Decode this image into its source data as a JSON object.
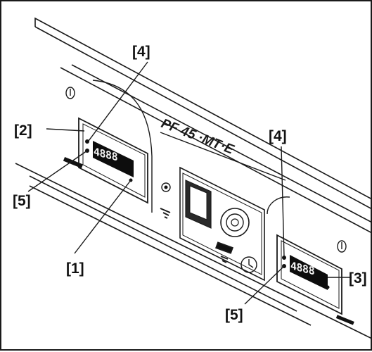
{
  "figure": {
    "model_label": "PF 45 ·MT·E",
    "display_left_reading": "4888",
    "display_right_reading": "4888",
    "callouts": {
      "c1": "[1]",
      "c2": "[2]",
      "c3": "[3]",
      "c4_left": "[4]",
      "c4_right": "[4]",
      "c5_left": "[5]",
      "c5_right": "[5]"
    }
  },
  "colors": {
    "line": "#1a1a1a",
    "panel_fill": "#ffffff",
    "display_fill": "#0d0d0d",
    "switch_fill": "#2a2a2a"
  }
}
